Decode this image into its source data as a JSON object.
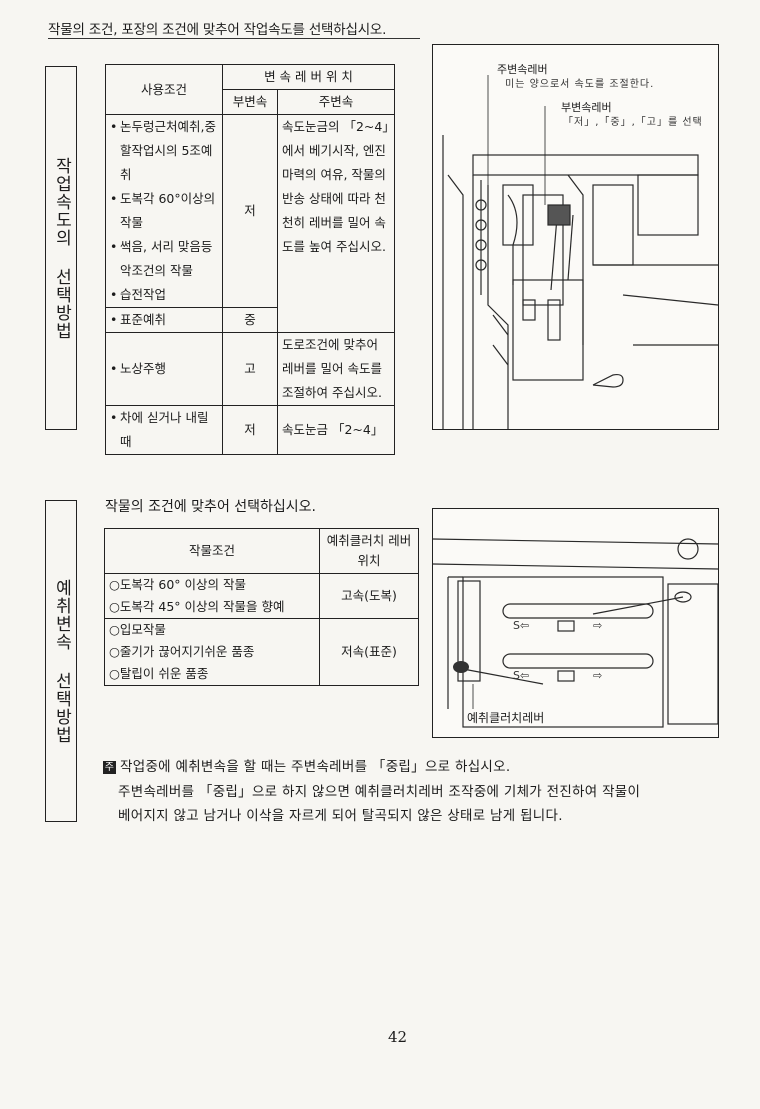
{
  "intro": "작물의 조건, 포장의 조건에 맞추어 작업속도를 선택하십시오.",
  "section1": {
    "side_title": "작업속도의 선택방법",
    "table": {
      "header_condition": "사용조건",
      "header_lever": "변 속 레 버 위 치",
      "header_sub": "부변속",
      "header_main": "주변속",
      "rows": [
        {
          "conditions": [
            "논두렁근처예취,중할작업시의 5조예취",
            "도복각 60°이상의 작물",
            "썩음, 서리 맞음등 악조건의 작물",
            "습전작업"
          ],
          "sub": "저",
          "main": "속도눈금의 「2~4」에서 베기시작, 엔진마력의 여유, 작물의 반송 상태에 따라 천천히 레버를 밀어 속도를 높여 주십시오."
        },
        {
          "conditions": [
            "표준예취"
          ],
          "sub": "중",
          "main": ""
        },
        {
          "conditions": [
            "노상주행"
          ],
          "sub": "고",
          "main": "도로조건에 맞추어 레버를 밀어 속도를 조절하여 주십시오."
        },
        {
          "conditions": [
            "차에 싣거나 내릴때"
          ],
          "sub": "저",
          "main": "속도눈금 「2~4」"
        }
      ]
    },
    "figure": {
      "label_main_lever": "주변속레버",
      "label_main_desc": "미는 양으로서 속도를 조절한다.",
      "label_sub_lever": "부변속레버",
      "label_sub_desc": "「저」,「중」,「고」를 선택"
    }
  },
  "section2": {
    "side_title": "예취변속 선택방법",
    "intro": "작물의 조건에 맞추어 선택하십시오.",
    "table": {
      "header_condition": "작물조건",
      "header_lever": "예취클러치 레버위치",
      "rows": [
        {
          "conditions": [
            "도복각 60° 이상의 작물",
            "도복각 45° 이상의 작물을 향예"
          ],
          "position": "고속(도복)"
        },
        {
          "conditions": [
            "입모작물",
            "줄기가 끊어지기쉬운 품종",
            "탈립이 쉬운 품종"
          ],
          "position": "저속(표준)"
        }
      ]
    },
    "figure": {
      "label_clutch": "예취클러치레버"
    }
  },
  "note": {
    "icon": "주",
    "line1": "작업중에 예취변속을 할 때는 주변속레버를 「중립」으로 하십시오.",
    "line2": "주변속레버를 「중립」으로 하지 않으면 예취클러치레버 조작중에 기체가 전진하여 작물이",
    "line3": "베어지지 않고 남거나 이삭을 자르게 되어 탈곡되지 않은 상태로 남게 됩니다."
  },
  "page_number": "42",
  "colors": {
    "paper": "#f7f6f2",
    "ink": "#1c1c1c"
  }
}
